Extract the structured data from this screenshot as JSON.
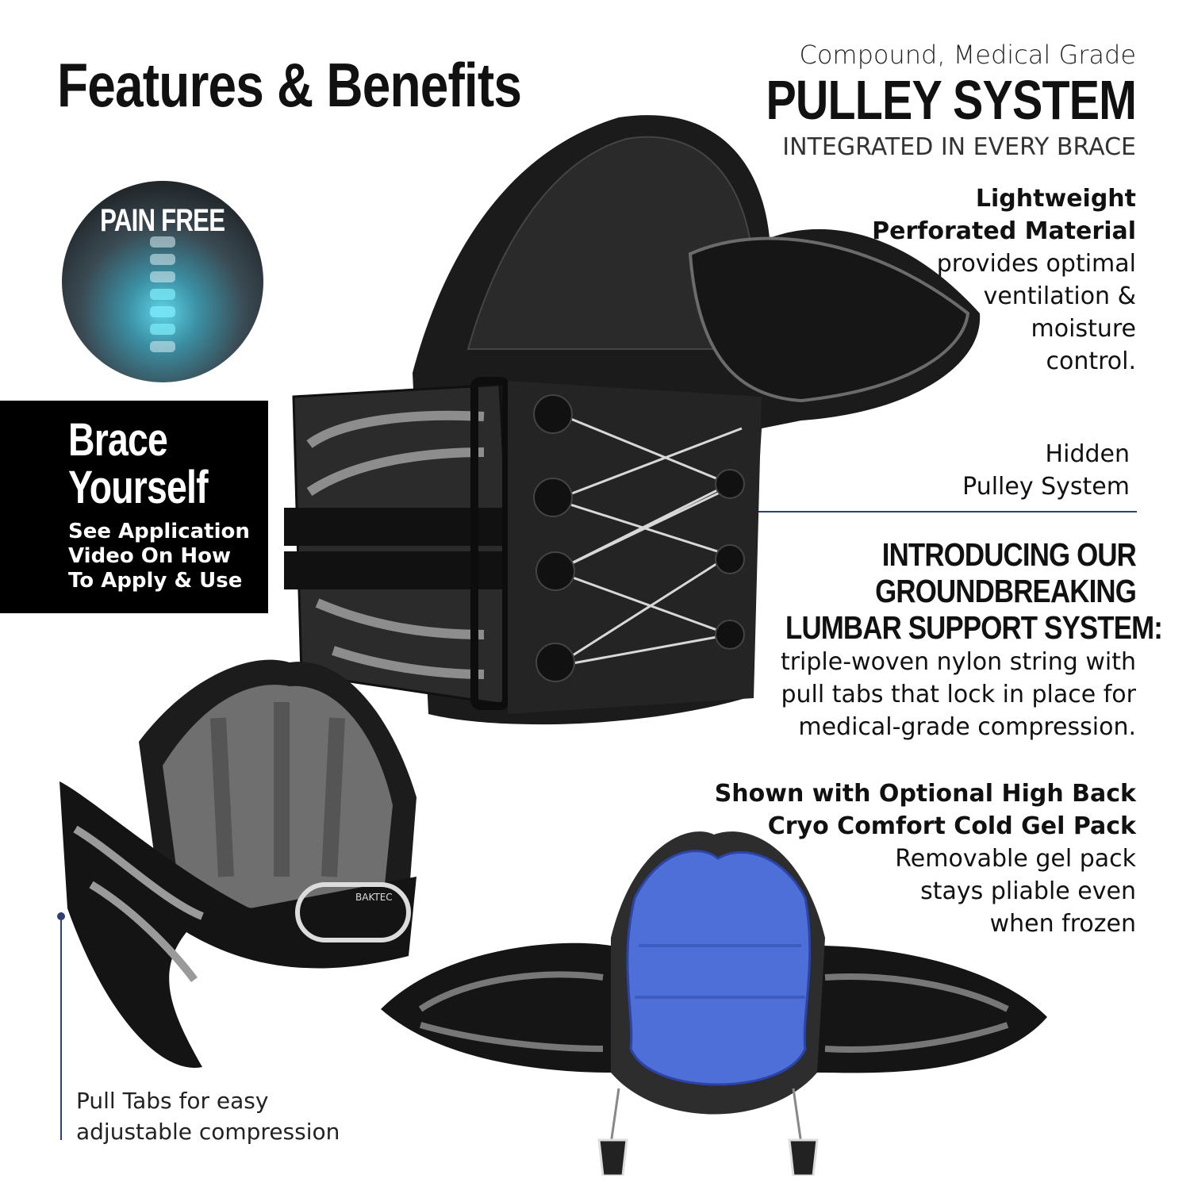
{
  "header": {
    "title": "Features & Benefits"
  },
  "pulley": {
    "subtitle": "Compound, Medical Grade",
    "title": "PULLEY SYSTEM",
    "tagline": "INTEGRATED IN EVERY BRACE"
  },
  "material": {
    "line1": "Lightweight",
    "line2": "Perforated Material",
    "line3": "provides optimal",
    "line4": "ventilation &",
    "line5": "moisture",
    "line6": "control."
  },
  "hidden_pulley": {
    "line1": "Hidden",
    "line2": "Pulley System"
  },
  "intro": {
    "heading1": "INTRODUCING OUR",
    "heading2": "GROUNDBREAKING",
    "heading3": "LUMBAR SUPPORT SYSTEM:",
    "body1": "triple-woven nylon string with",
    "body2": "pull tabs that lock in place for",
    "body3": "medical-grade compression."
  },
  "gel_pack": {
    "bold1": "Shown with Optional High Back",
    "bold2": "Cryo Comfort Cold Gel Pack",
    "body1": "Removable gel pack",
    "body2": "stays pliable even",
    "body3": "when frozen"
  },
  "pain_badge": {
    "label": "PAIN FREE"
  },
  "brace_box": {
    "heading1": "Brace",
    "heading2": "Yourself",
    "sub1": "See Application",
    "sub2": "Video On How",
    "sub3": "To Apply & Use"
  },
  "pull_tabs": {
    "line1": "Pull Tabs for easy",
    "line2": "adjustable compression"
  },
  "product_logo": "BAKTEC",
  "colors": {
    "accent_line": "#2d3f73",
    "gel_blue": "#4f6fd8",
    "brace_black": "#1a1a1a"
  }
}
